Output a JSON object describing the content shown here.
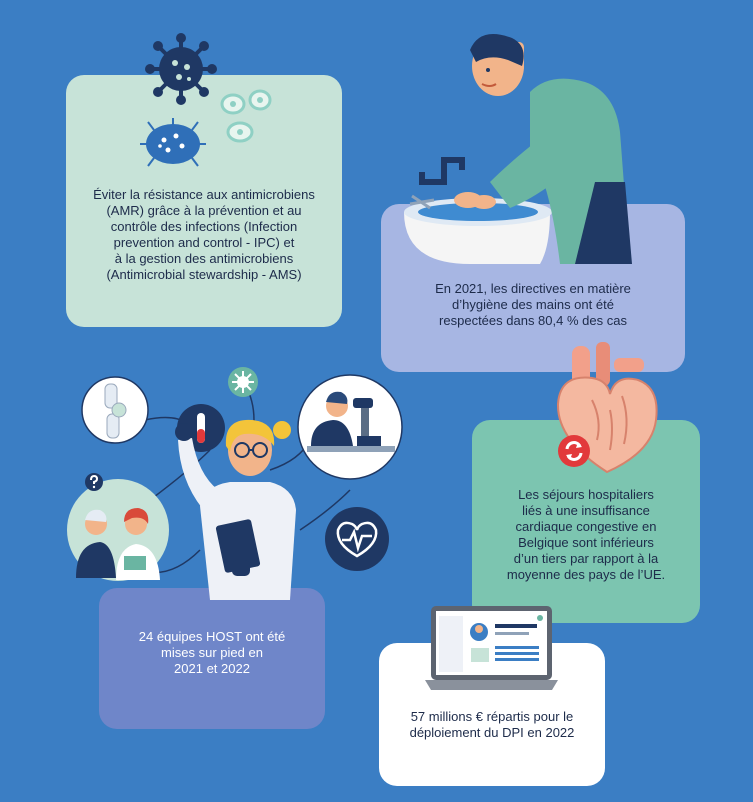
{
  "colors": {
    "background": "#3b7ec4",
    "card_mint": "#c7e3d8",
    "card_lavender": "#a7b6e3",
    "card_teal": "#7cc5b0",
    "card_blue": "#6f86c9",
    "card_white": "#ffffff",
    "navy_icon": "#1f3864"
  },
  "cards": {
    "amr": {
      "text": "Éviter la résistance aux antimicrobiens\n(AMR) grâce à la prévention et au\ncontrôle des infections (Infection\nprevention and control - IPC) et\nà la gestion des antimicrobiens\n(Antimicrobial stewardship - AMS)"
    },
    "hygiene": {
      "text": "En 2021, les directives en matière\nd’hygiène des mains ont été\nrespectées dans 80,4 % des cas"
    },
    "heart": {
      "text": "Les séjours hospitaliers\nliés à une insuffisance\ncardiaque congestive en\nBelgique sont inférieurs\nd’un tiers par rapport à la\nmoyenne des pays de l’UE."
    },
    "host": {
      "text": "24 équipes HOST ont été\nmises sur pied en\n2021 et 2022"
    },
    "dpi": {
      "text": "57 millions € répartis pour le\ndéploiement du DPI en 2022"
    }
  },
  "icons": [
    "virus-icon",
    "bacteria-icon",
    "cells-icon",
    "handwashing-illustration",
    "heart-illustration",
    "refresh-icon",
    "knee-icon",
    "test-tube-icon",
    "microscope-researcher-illustration",
    "heartbeat-icon",
    "patient-nurse-illustration",
    "scientist-illustration",
    "laptop-illustration"
  ]
}
